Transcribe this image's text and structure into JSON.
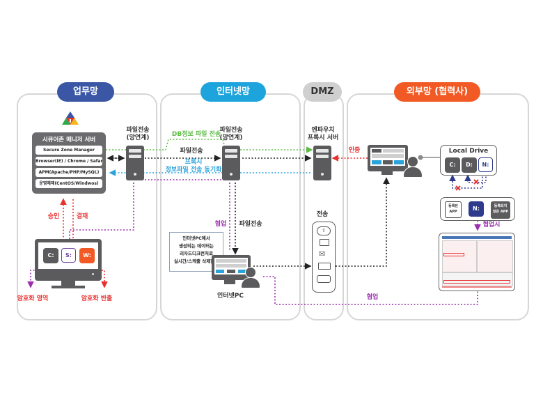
{
  "zones": {
    "business": {
      "label": "업무망",
      "color": "#3a56a5"
    },
    "internet": {
      "label": "인터넷망",
      "color": "#1ea4dc"
    },
    "dmz": {
      "label": "DMZ",
      "color": "#c8c8c8"
    },
    "external": {
      "label": "외부망 (협력사)",
      "color": "#f15a24"
    }
  },
  "manager_server": {
    "title": "시큐어존 매니저 서버",
    "rows": [
      "Secure Zone Manager",
      "Browser(IE) / Chrome / Safari",
      "APM(Apache/PHP/MySQL)",
      "운영체제(CentOS/Windwos)"
    ]
  },
  "servers": {
    "file_transfer_1": "파일전송\n(망연계)",
    "file_transfer_2": "파일전송\n(망연계)",
    "proxy": "엔파우치\n프록시 서버"
  },
  "flows": {
    "db_file": "DB정보 파일 전송",
    "file_transfer": "파일전송",
    "proxy_sync": "프록시\n정보파일 전송 동기화",
    "auth": "인증",
    "approve": "승인",
    "payment": "결재",
    "collab": "협업",
    "file_transfer_down": "파일전송",
    "transfer": "전송",
    "collab_bottom": "협업",
    "collab_when": "협업시"
  },
  "business_pc": {
    "drives": [
      "C:",
      "S:",
      "W:"
    ],
    "encrypted_area": "암호화 영역",
    "encrypted_export": "암호화 반출"
  },
  "internet_pc": {
    "label": "인터넷PC",
    "callout": "인터넷PC에서\n생성되는 데이터는\n리자드디크런처로\n실시간/스케줄 삭제한다"
  },
  "local_drive": {
    "title": "Local Drive",
    "drives": [
      "C:",
      "D:",
      "N:"
    ]
  },
  "app_box": {
    "registered": "등록된\nAPP",
    "drive": "N:",
    "unregistered": "등록되지\n않은 APP"
  },
  "transfer_icons": [
    "cloud-upload-icon",
    "usb-icon",
    "mail-icon",
    "usb-port-icon",
    "hard-drive-icon"
  ],
  "colors": {
    "green": "#5dbb46",
    "black": "#222222",
    "blue": "#2aa3dc",
    "purple": "#9b2fae",
    "red": "#e8312f",
    "navy": "#2e3a8c",
    "orange": "#f15a24"
  }
}
